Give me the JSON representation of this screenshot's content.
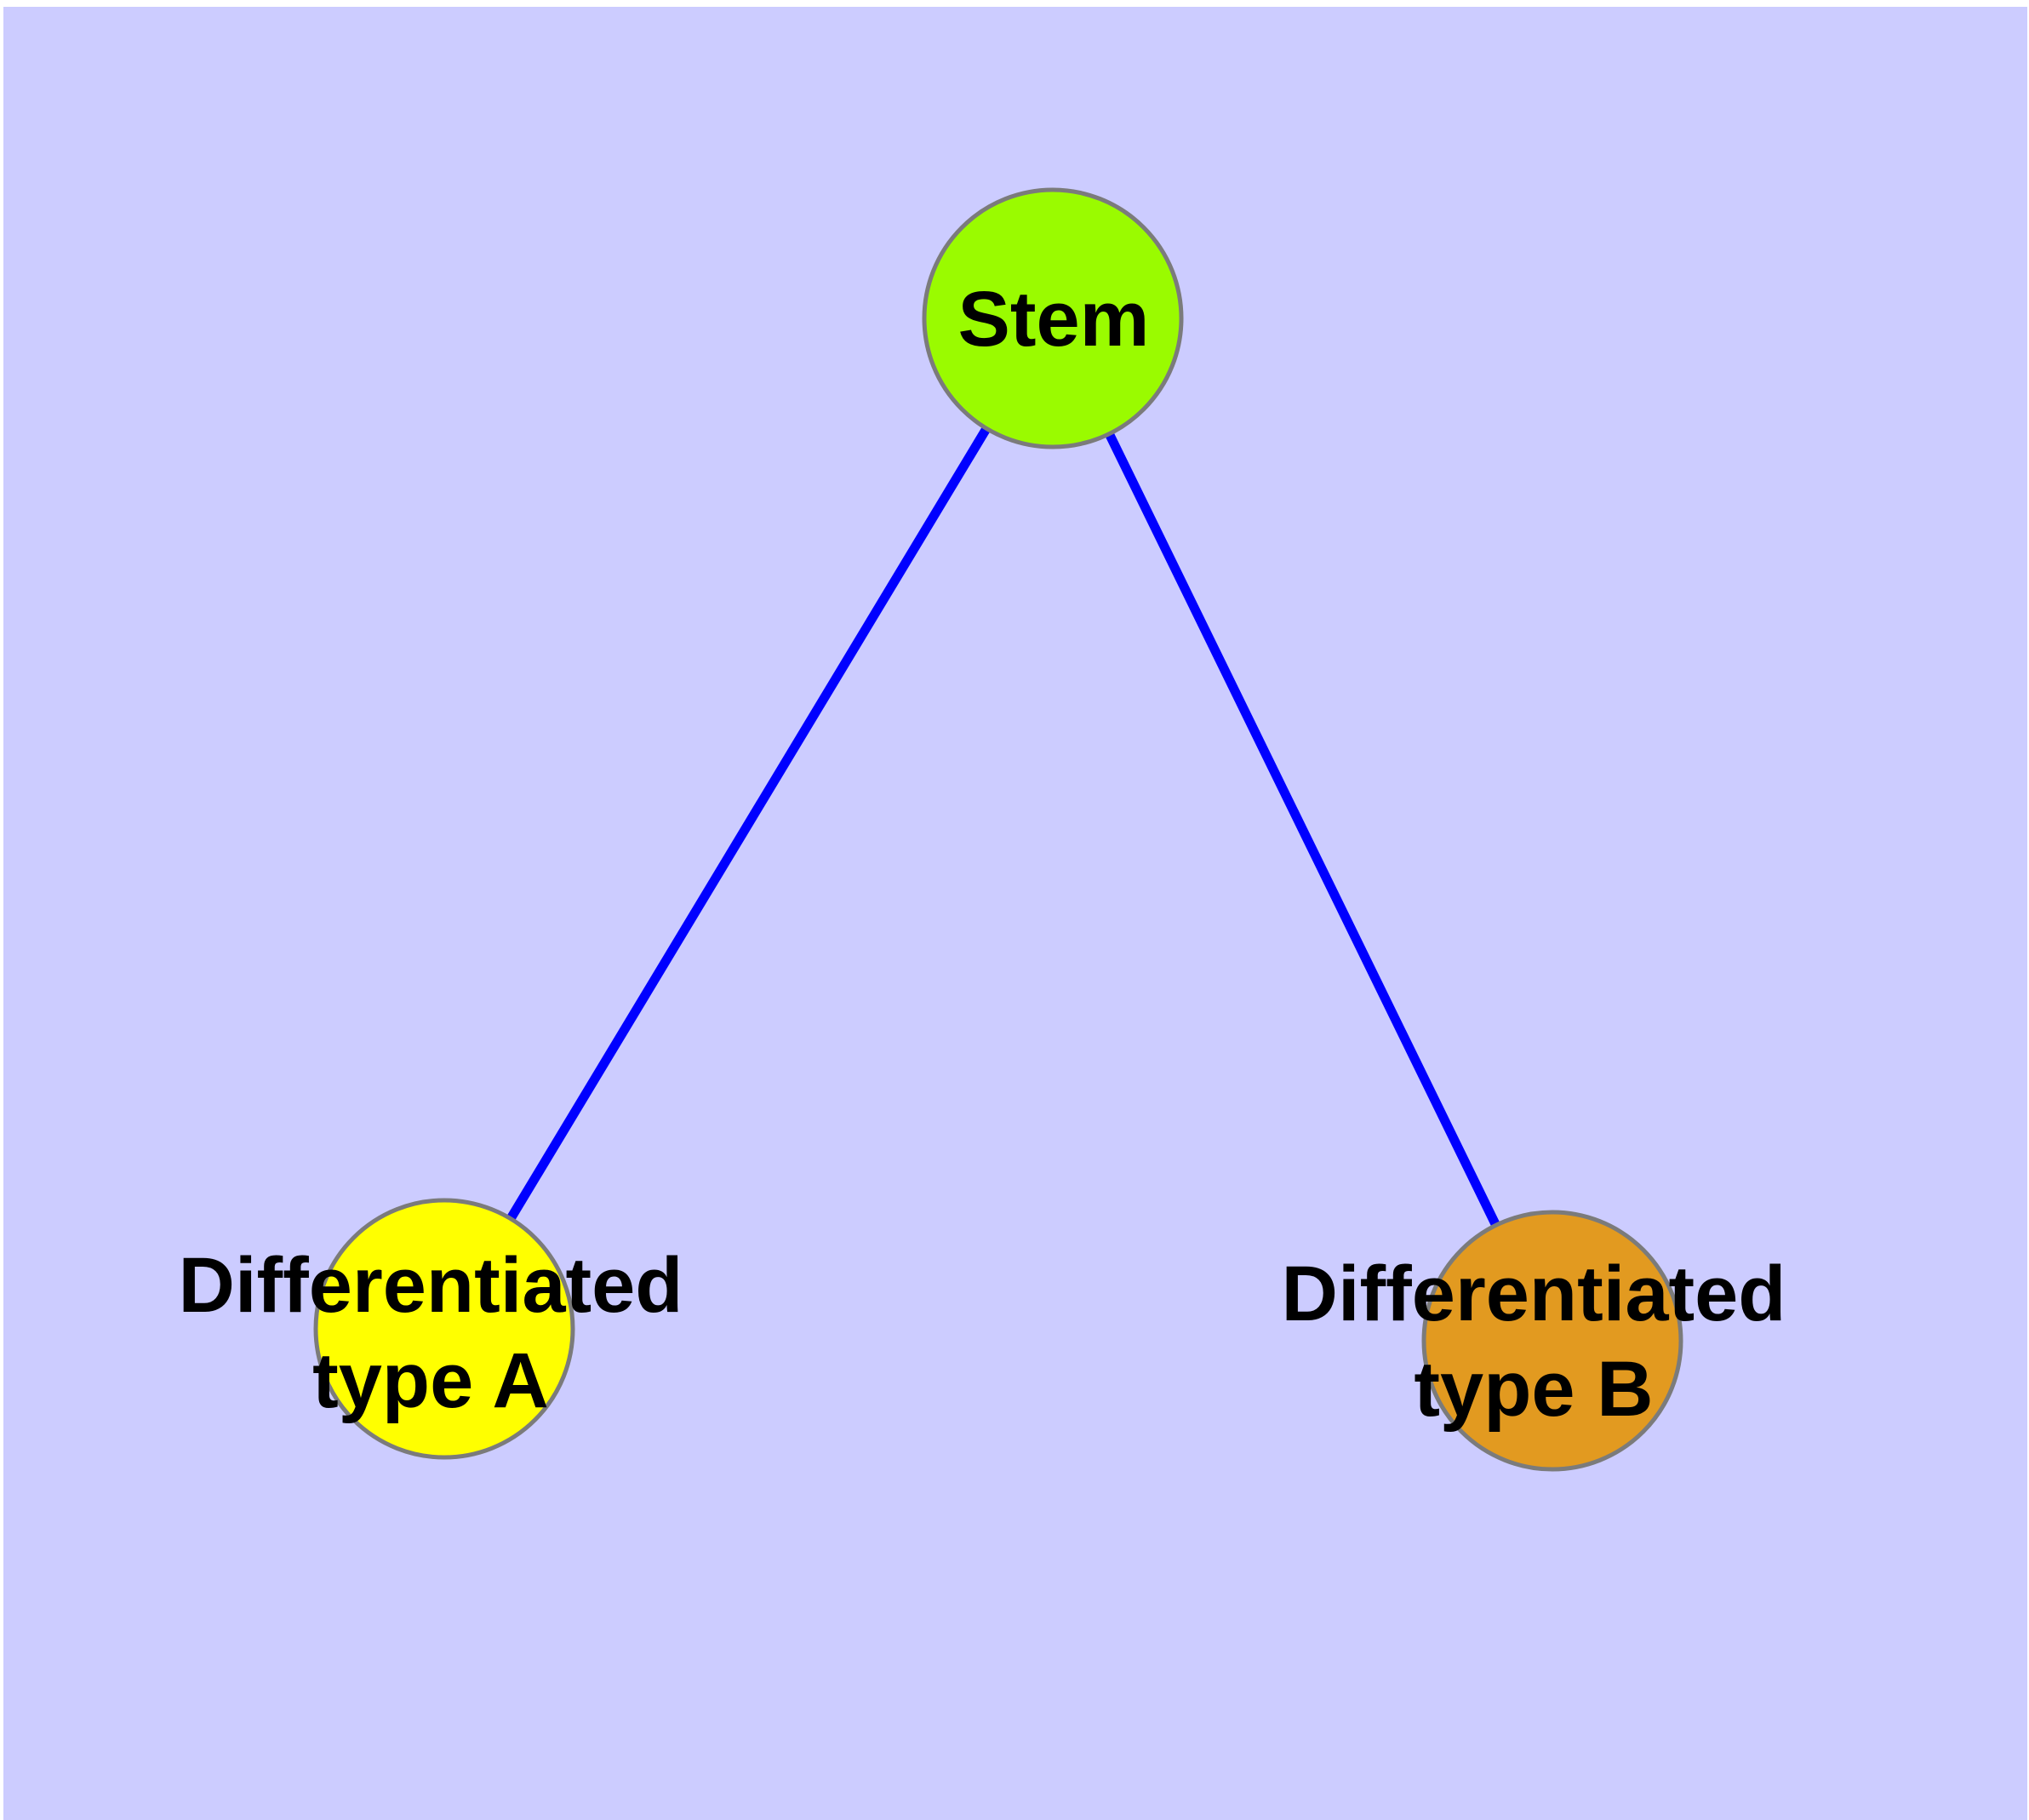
{
  "graph": {
    "background_color": "#CCCCFF",
    "edge_color": "#0000FF",
    "node_outline_color": "#7B7B7B",
    "text_color": "#000000",
    "nodes": {
      "stem": {
        "label": "Stem",
        "color": "#9AFB00"
      },
      "type_a": {
        "label_line1": "Differentiated",
        "label_line2": "type A",
        "color": "#FFFF00"
      },
      "type_b": {
        "label_line1": "Differentiated",
        "label_line2": "type B",
        "color": "#E29A20"
      }
    },
    "edges": [
      {
        "from": "Stem",
        "to": "Differentiated type A"
      },
      {
        "from": "Stem",
        "to": "Differentiated type B"
      }
    ]
  }
}
